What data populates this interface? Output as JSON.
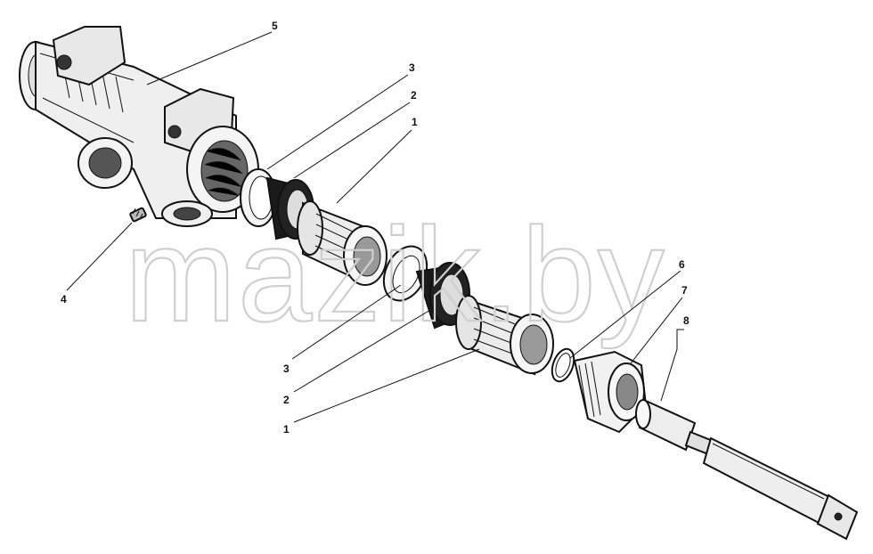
{
  "diagram": {
    "kind": "exploded-assembly-drawing",
    "watermark": "mazik.by",
    "callouts": [
      {
        "id": "c5",
        "label": "5"
      },
      {
        "id": "c3a",
        "label": "3"
      },
      {
        "id": "c2a",
        "label": "2"
      },
      {
        "id": "c1a",
        "label": "1"
      },
      {
        "id": "c4",
        "label": "4"
      },
      {
        "id": "c3b",
        "label": "3"
      },
      {
        "id": "c2b",
        "label": "2"
      },
      {
        "id": "c1b",
        "label": "1"
      },
      {
        "id": "c6",
        "label": "6"
      },
      {
        "id": "c7",
        "label": "7"
      },
      {
        "id": "c8",
        "label": "8"
      }
    ]
  }
}
